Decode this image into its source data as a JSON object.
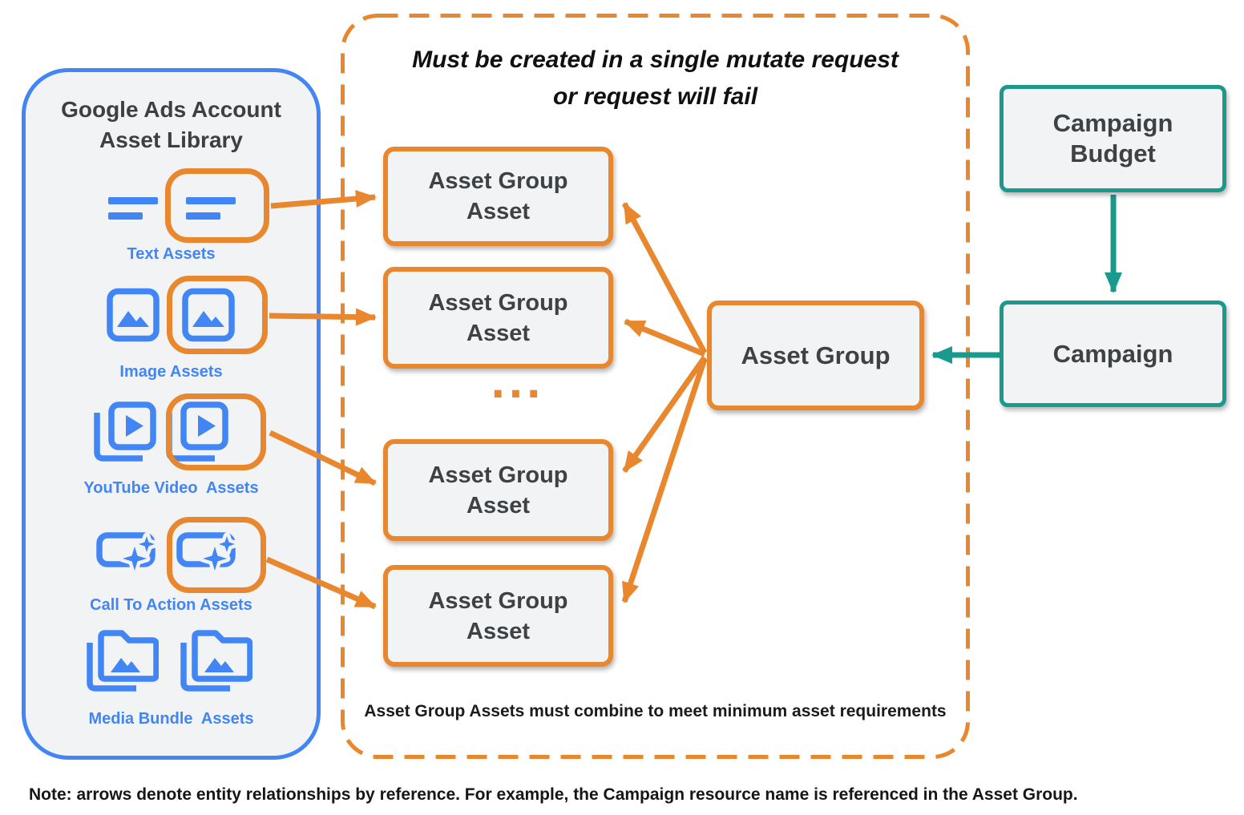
{
  "asset_library": {
    "title_lines": [
      "Google Ads Account",
      "Asset Library"
    ],
    "items": [
      {
        "label": "Text Assets",
        "icon": "text-asset-icon"
      },
      {
        "label": "Image Assets",
        "icon": "image-asset-icon"
      },
      {
        "label": "YouTube Video  Assets",
        "icon": "youtube-video-asset-icon"
      },
      {
        "label": "Call To Action Assets",
        "icon": "call-to-action-asset-icon"
      },
      {
        "label": "Media Bundle  Assets",
        "icon": "media-bundle-asset-icon"
      }
    ]
  },
  "mutate_panel": {
    "title_lines": [
      "Must be created in a single mutate request",
      "or request will fail"
    ],
    "asset_group_assets": [
      {
        "label": "Asset Group Asset"
      },
      {
        "label": "Asset Group Asset"
      },
      {
        "label": "Asset Group Asset"
      },
      {
        "label": "Asset Group Asset"
      }
    ],
    "ellipsis": "...",
    "asset_group": {
      "label": "Asset Group"
    },
    "footnote": "Asset Group Assets must combine to meet minimum asset requirements"
  },
  "campaign_column": {
    "campaign_budget": {
      "label": "Campaign Budget"
    },
    "campaign": {
      "label": "Campaign"
    }
  },
  "note": "Note: arrows denote entity relationships by reference. For example, the Campaign resource name is referenced in the Asset Group.",
  "colors": {
    "orange": "#E8872D",
    "blue": "#4285F4",
    "teal": "#1A9A8C",
    "box_fill": "#F1F3F4",
    "text_dark": "#3C4043"
  }
}
